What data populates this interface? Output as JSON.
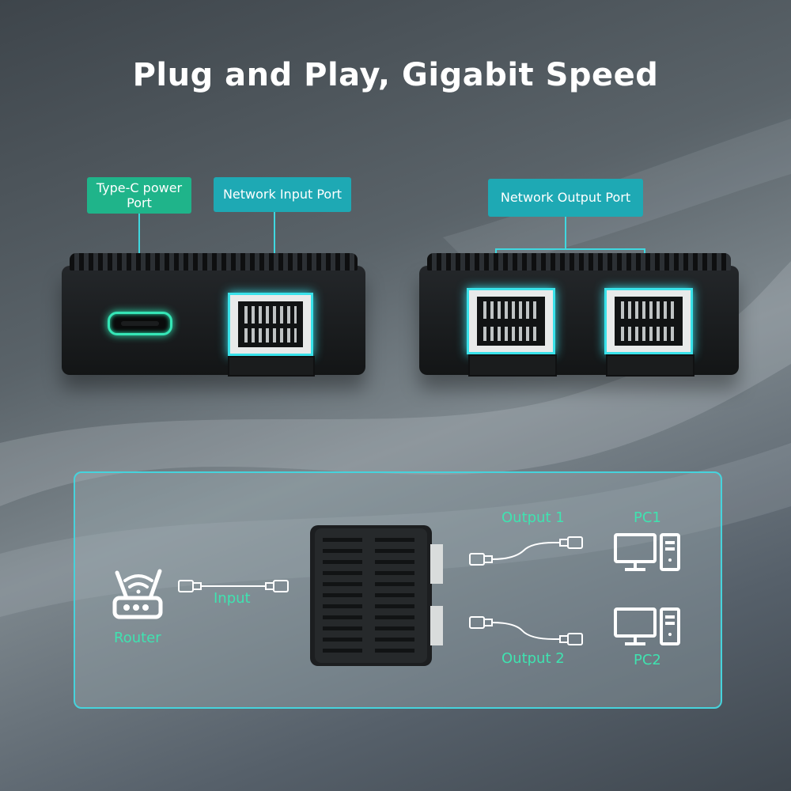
{
  "headline": "Plug and Play, Gigabit Speed",
  "callouts": {
    "typec_line1": "Type-C power",
    "typec_line2": "Port",
    "network_input": "Network Input Port",
    "network_output": "Network Output Port"
  },
  "diagram": {
    "router_label": "Router",
    "input_label": "Input",
    "output1_label": "Output 1",
    "output2_label": "Output 2",
    "pc1_label": "PC1",
    "pc2_label": "PC2"
  },
  "icons": [
    "router-icon",
    "ethernet-plug-icon",
    "pc-icon",
    "switch-device-icon"
  ],
  "colors": {
    "accent_teal": "#1ea9b4",
    "accent_green": "#1fb48a",
    "glow": "#39e2ea",
    "diagram_text": "#3fe3b0"
  }
}
